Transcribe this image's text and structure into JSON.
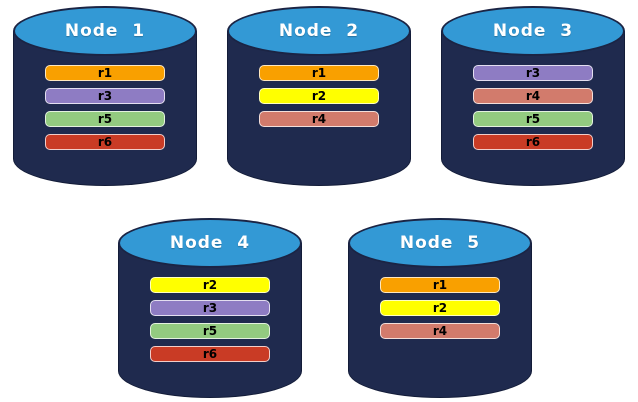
{
  "colors": {
    "background": "#FFFFFF",
    "cylinder_body": "#1F2A4E",
    "cylinder_top": "#3399D5",
    "cylinder_outline": "#1B2444",
    "node_label_text": "#FFFFFF",
    "bar_label_text": "#000000",
    "replicas": {
      "r1": "#F9A000",
      "r2": "#FFFF00",
      "r3": "#8E7CC3",
      "r4": "#D27B6C",
      "r5": "#93CB80",
      "r6": "#C93B25"
    }
  },
  "nodes": [
    {
      "label": "Node  1",
      "row": 1,
      "replicas": [
        "r1",
        "r3",
        "r5",
        "r6"
      ]
    },
    {
      "label": "Node  2",
      "row": 1,
      "replicas": [
        "r1",
        "r2",
        "r4"
      ]
    },
    {
      "label": "Node  3",
      "row": 1,
      "replicas": [
        "r3",
        "r4",
        "r5",
        "r6"
      ]
    },
    {
      "label": "Node  4",
      "row": 2,
      "replicas": [
        "r2",
        "r3",
        "r5",
        "r6"
      ]
    },
    {
      "label": "Node  5",
      "row": 2,
      "replicas": [
        "r1",
        "r2",
        "r4"
      ]
    }
  ]
}
